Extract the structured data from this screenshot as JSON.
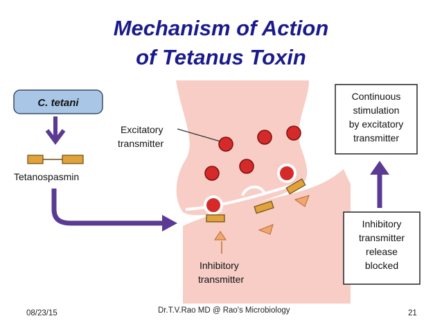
{
  "slide": {
    "title_line1": "Mechanism of Action",
    "title_line2": "of Tetanus Toxin"
  },
  "diagram": {
    "organism_label": "C. tetani",
    "toxin_label": "Tetanospasmin",
    "excitatory_label_line1": "Excitatory",
    "excitatory_label_line2": "transmitter",
    "inhibitory_label_line1": "Inhibitory",
    "inhibitory_label_line2": "transmitter",
    "result_box_line1": "Continuous",
    "result_box_line2": "stimulation",
    "result_box_line3": "by excitatory",
    "result_box_line4": "transmitter",
    "blocked_box_line1": "Inhibitory",
    "blocked_box_line2": "transmitter",
    "blocked_box_line3": "release",
    "blocked_box_line4": "blocked"
  },
  "colors": {
    "title": "#1a1a8c",
    "tissue": "#f7cdc6",
    "vesicle": "#d62a2a",
    "toxin_bar": "#e0a33c",
    "inhibitory_triangle": "#f2a56f",
    "arrow": "#5a3a92",
    "organism_box": "#a9c6e6"
  },
  "footer": {
    "date": "08/23/15",
    "credit": "Dr.T.V.Rao MD @ Rao's Microbiology",
    "page": "21"
  }
}
